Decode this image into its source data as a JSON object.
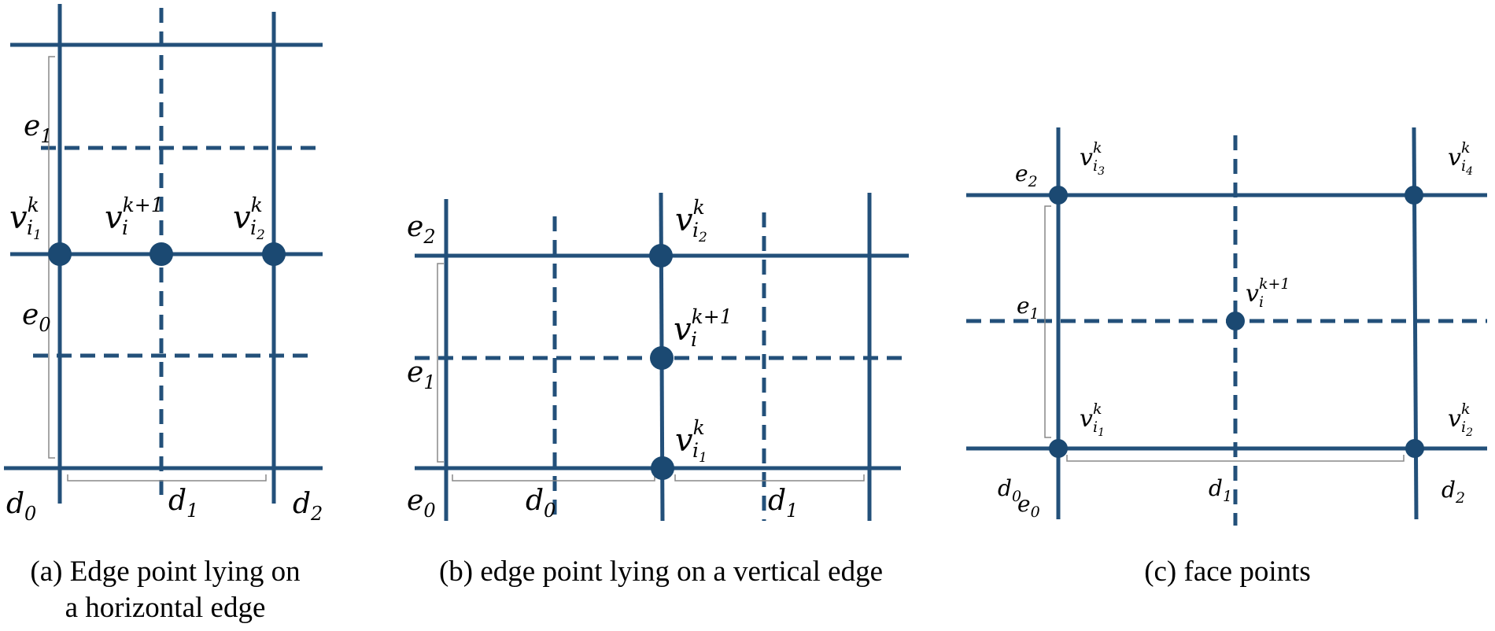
{
  "panels": [
    {
      "caption_lines": [
        "(a) Edge point lying on",
        "a horizontal edge"
      ],
      "labels": {
        "d0": [
          "d",
          "0"
        ],
        "d1": [
          "d",
          "1"
        ],
        "d2": [
          "d",
          "2"
        ],
        "e0": [
          "e",
          "0"
        ],
        "e1": [
          "e",
          "1"
        ],
        "v1": [
          "v",
          "k",
          "i",
          "1"
        ],
        "v2": [
          "v",
          "k",
          "i",
          "2"
        ],
        "vnew": [
          "v",
          "k+1",
          "i"
        ]
      }
    },
    {
      "caption_lines": [
        "(b) edge point lying on a vertical edge"
      ],
      "labels": {
        "d0": [
          "d",
          "0"
        ],
        "d1": [
          "d",
          "1"
        ],
        "e0": [
          "e",
          "0"
        ],
        "e1": [
          "e",
          "1"
        ],
        "e2": [
          "e",
          "2"
        ],
        "v1": [
          "v",
          "k",
          "i",
          "1"
        ],
        "v2": [
          "v",
          "k",
          "i",
          "2"
        ],
        "vnew": [
          "v",
          "k+1",
          "i"
        ]
      }
    },
    {
      "caption_lines": [
        "(c) face points"
      ],
      "labels": {
        "d0": [
          "d",
          "0"
        ],
        "d1": [
          "d",
          "1"
        ],
        "d2": [
          "d",
          "2"
        ],
        "e0": [
          "e",
          "0"
        ],
        "e1": [
          "e",
          "1"
        ],
        "e2": [
          "e",
          "2"
        ],
        "v1": [
          "v",
          "k",
          "i",
          "1"
        ],
        "v2": [
          "v",
          "k",
          "i",
          "2"
        ],
        "v3": [
          "v",
          "k",
          "i",
          "3"
        ],
        "v4": [
          "v",
          "k",
          "i",
          "4"
        ],
        "vnew": [
          "v",
          "k+1",
          "i"
        ]
      }
    }
  ],
  "colors": {
    "line": "#23507a",
    "node": "#1b4972",
    "brace": "#888888"
  }
}
